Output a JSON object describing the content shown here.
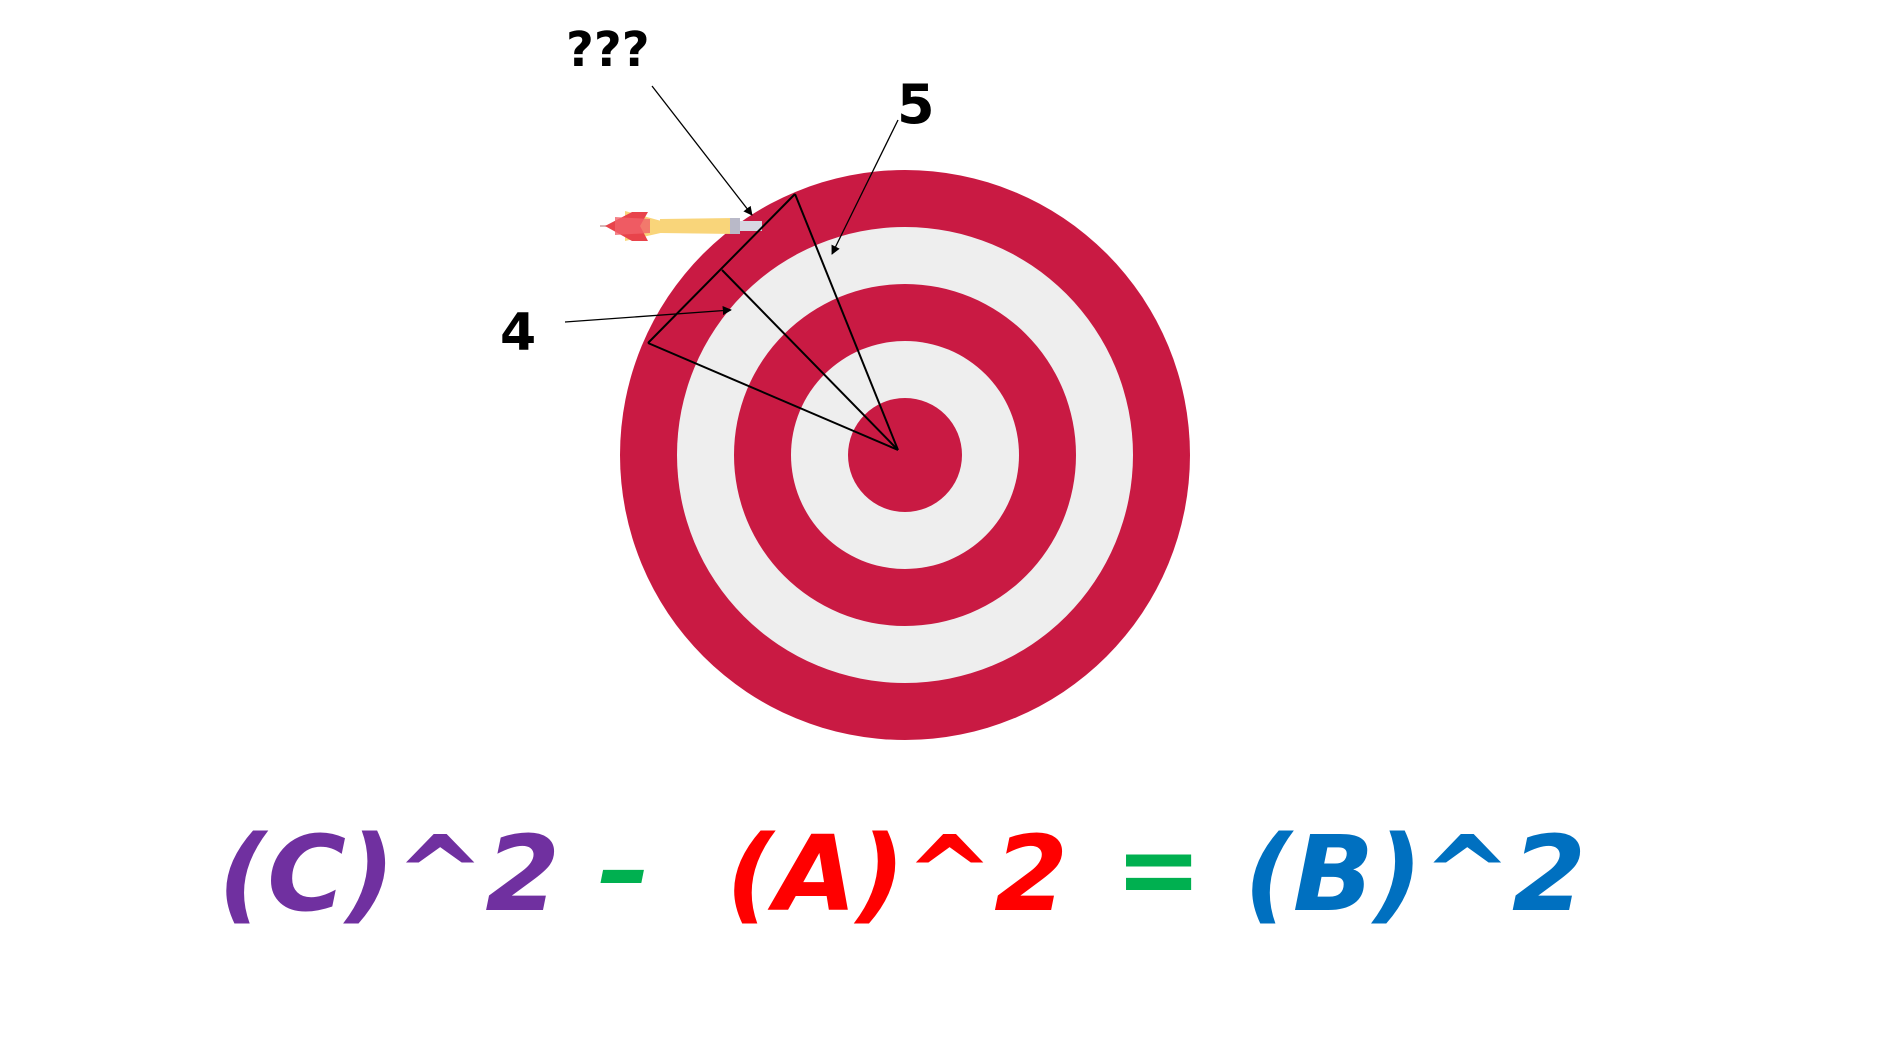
{
  "labels": {
    "hypotenuse": "5",
    "leg": "4",
    "unknown": "???"
  },
  "equation": {
    "term_c": "(C)^2",
    "minus": "–",
    "term_a": "(A)^2",
    "equals": "=",
    "term_b": "(B)^2"
  },
  "colors": {
    "target_red": "#c91a43",
    "target_white": "#eeeeee",
    "term_c": "#7030a0",
    "term_a": "#ff0000",
    "operator": "#00b050",
    "term_b": "#0070c0",
    "lines": "#000000",
    "dart_flight": "#e8434b",
    "dart_shaft": "#f9d57a",
    "dart_barrel": "#b9b9c8"
  },
  "icons": {
    "dart": "dart-icon",
    "target": "bullseye-icon"
  }
}
